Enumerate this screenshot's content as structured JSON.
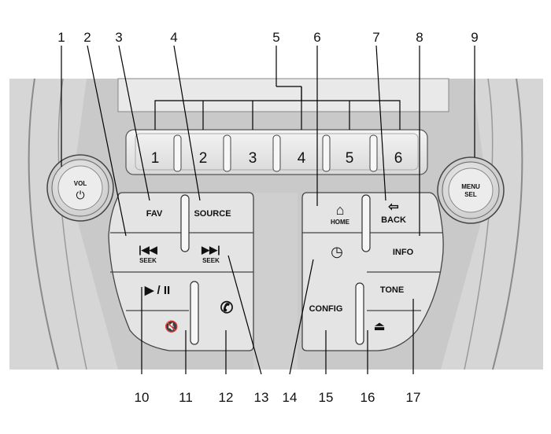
{
  "callouts": [
    "1",
    "2",
    "3",
    "4",
    "5",
    "6",
    "7",
    "8",
    "9",
    "10",
    "11",
    "12",
    "13",
    "14",
    "15",
    "16",
    "17"
  ],
  "presets": [
    "1",
    "2",
    "3",
    "4",
    "5",
    "6"
  ],
  "knobs": {
    "left_top": "VOL",
    "left_symbol": "⏻",
    "right_top": "MENU",
    "right_bottom": "SEL"
  },
  "buttons": {
    "fav": "FAV",
    "source": "SOURCE",
    "seek_left_symbol": "|◀◀",
    "seek_left_label": "SEEK",
    "seek_right_symbol": "▶▶|",
    "seek_right_label": "SEEK",
    "play_pause": "▶ / II",
    "mute_symbol": "🔇",
    "phone_symbol": "✆",
    "home_symbol": "⌂",
    "home_label": "HOME",
    "back_symbol": "⇦",
    "back_label": "BACK",
    "clock_symbol": "◷",
    "info": "INFO",
    "tone": "TONE",
    "config": "CONFIG",
    "eject_symbol": "⏏"
  }
}
